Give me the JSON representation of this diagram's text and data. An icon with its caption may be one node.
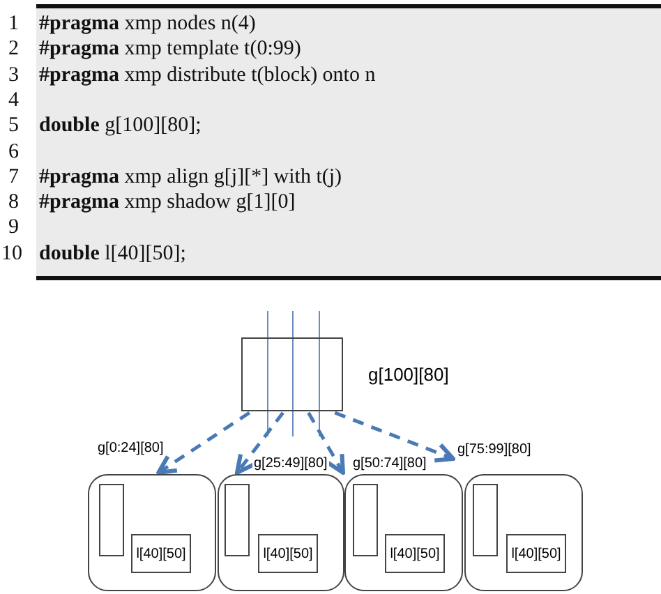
{
  "diagram": {
    "nodes": [
      {
        "text": [
          "g[100][80]"
        ]
      },
      {
        "text": [],
        "shape": "box"
      },
      {
        "text": [],
        "shape": "box",
        "in": 1
      },
      {
        "text": [
          "l[40][50]"
        ],
        "in": 1
      },
      {
        "text": [],
        "shape": "box"
      },
      {
        "text": [],
        "shape": "box",
        "in": 4
      },
      {
        "text": [
          "l[40][50]"
        ],
        "in": 4
      },
      {
        "text": [],
        "shape": "box"
      },
      {
        "text": [],
        "shape": "box",
        "in": 7
      },
      {
        "text": [
          "l[40][50]"
        ],
        "in": 7
      },
      {
        "text": [],
        "shape": "box"
      },
      {
        "text": [],
        "shape": "box",
        "in": 10
      },
      {
        "text": [
          "l[40][50]"
        ],
        "in": 10
      }
    ],
    "edges": [
      {
        "from": 0,
        "to": 1,
        "arrow": "to",
        "style": "dashed",
        "label": "g[0:24][80]"
      },
      {
        "from": 0,
        "to": 4,
        "arrow": "to",
        "style": "dashed",
        "label": "g[25:49][80]"
      },
      {
        "from": 0,
        "to": 7,
        "arrow": "to",
        "style": "dashed",
        "label": "g[50:74][80]"
      },
      {
        "from": 0,
        "to": 10,
        "arrow": "to",
        "style": "dashed",
        "label": "g[75:99][80]"
      }
    ],
    "labels": [
      "1",
      "**#pragma** xmp nodes n(4)",
      "2",
      "**#pragma** xmp template t(0:99)",
      "3",
      "**#pragma** xmp distribute t(block) onto n",
      "4",
      "5",
      "**double** g[100][80];",
      "6",
      "7",
      "**#pragma** xmp align g[j][*] with t(j)",
      "8",
      "**#pragma** xmp shadow g[1][0]",
      "9",
      "10",
      "**double** l[40][50];"
    ]
  }
}
